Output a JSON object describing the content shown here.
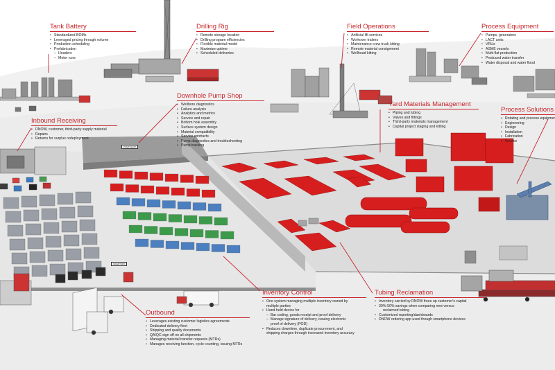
{
  "sections": {
    "tank_battery": {
      "title": "Tank Battery",
      "items": [
        "Standardized BOMs",
        "Leveraged pricing through volume",
        "Production scheduling",
        "Prefabrication"
      ],
      "subitems": [
        "Headers",
        "Meter runs"
      ]
    },
    "drilling_rig": {
      "title": "Drilling Rig",
      "items": [
        "Remote storage location",
        "Drilling program efficiencies",
        "Flexible material model",
        "Maximize uptime",
        "Scheduled deliveries"
      ]
    },
    "field_operations": {
      "title": "Field Operations",
      "items": [
        "Artificial lift services",
        "Workover trailers",
        "Maintenance crew truck kitting",
        "Remote material consignment",
        "Wellhead kitting"
      ]
    },
    "process_equipment": {
      "title": "Process Equipment",
      "items": [
        "Pumps, generators",
        "LACT units",
        "VRUs",
        "ASME vessels",
        "Multi-flat production",
        "Produced water transfer",
        "Water disposal and water flood"
      ]
    },
    "downhole_pump_shop": {
      "title": "Downhole Pump Shop",
      "items": [
        "Wellbore diagnostics",
        "Failure analysis",
        "Analytics and metrics",
        "Service and repair",
        "Bottom hole assembly",
        "Surface system design",
        "Material compatibility",
        "Service contracts",
        "Pump diagnostics and troubleshooting",
        "Pump tracking"
      ]
    },
    "inbound_receiving": {
      "title": "Inbound Receiving",
      "items": [
        "DNOW, customer, third-party supply material",
        "Repairs",
        "Returns for surplus redeployment"
      ]
    },
    "yard_materials": {
      "title": "Yard Materials Management",
      "items": [
        "Piping and tubing",
        "Valves and fittings",
        "Third-party materials management",
        "Capital project staging and kitting"
      ]
    },
    "process_solutions": {
      "title": "Process Solutions",
      "items": [
        "Rotating and process equipment",
        "Engineering",
        "Design",
        "Installation",
        "Fabrication",
        "Service"
      ]
    },
    "inventory_control": {
      "title": "Inventory Control",
      "items": [
        "One system managing multiple inventory owned by",
        "Hand held device for",
        "Reduces downtime, duplicate procurement, and"
      ],
      "continuations": [
        "multiple parties",
        "proof of delivery (POD)",
        "shipping charges through increased inventory accuracy"
      ],
      "subitems": [
        "Bar coding, goods receipt and proof delivery",
        "Manage signature of delivery, issuing electronic"
      ]
    },
    "outbound": {
      "title": "Outbound",
      "items": [
        "Leverages existing customer logistics agreements",
        "Dedicated delivery fleet",
        "Shipping and quality documents",
        "QA/QC sign off on all shipments",
        "Managing material transfer requests (MTRs)",
        "Manages receiving function, cycle counting, issuing MTRs"
      ]
    },
    "tubing_reclamation": {
      "title": "Tubing Reclamation",
      "items": [
        "Inventory carried by DNOW frees up customer's capital",
        "30%-50% savings when comparing new versus",
        "Customized reporting/dashboards",
        "DNOW ordering app used though smartphone devices"
      ],
      "continuations": [
        "reclaimed tubing"
      ]
    }
  },
  "signs": {
    "pump_shop": "PUMP SHOP",
    "inventory": "INVENTORY"
  },
  "colors": {
    "accent": "#c8262c",
    "equipment_red": "#d61e1e",
    "rack_green": "#3d9a4a",
    "rack_blue": "#4b7fbf",
    "rack_gray": "#9a9ea6",
    "floor": "#e9e9e9",
    "wall": "#c4c4c4"
  }
}
